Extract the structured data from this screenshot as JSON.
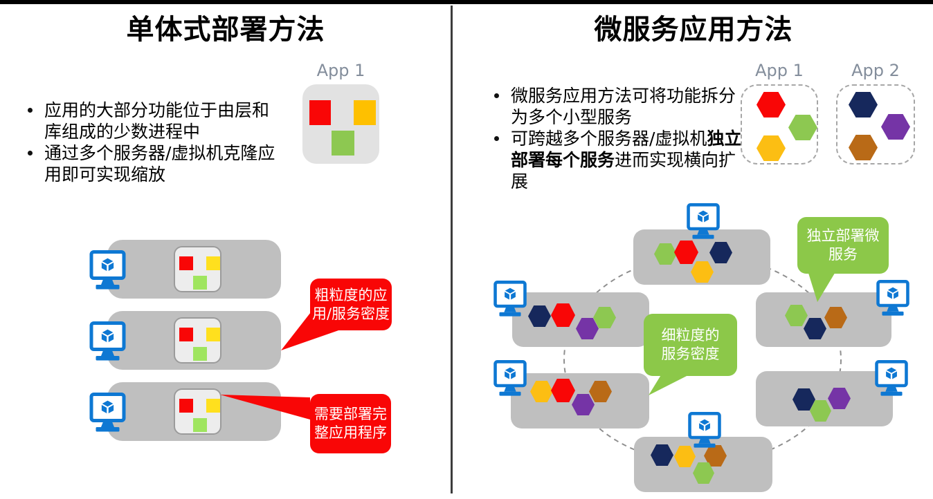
{
  "left_panel": {
    "title": "单体式部署方法",
    "bullets": [
      {
        "lines": [
          [
            [
              "应用的大部分功能位于由层和",
              false
            ]
          ],
          [
            [
              "库组成的少数进程中",
              false
            ]
          ]
        ]
      },
      {
        "lines": [
          [
            [
              "通过多个服务器/虚拟机克隆应",
              false
            ]
          ],
          [
            [
              "用即可实现缩放",
              false
            ]
          ]
        ]
      }
    ],
    "app": {
      "label": "App 1",
      "squares": [
        "#f90606",
        "#fec000",
        "#8dc851"
      ]
    },
    "servers": [
      {
        "squares": [
          "#f90606",
          "#ffe01e",
          "#9fe55f"
        ]
      },
      {
        "squares": [
          "#f90606",
          "#ffe01e",
          "#9fe55f"
        ]
      },
      {
        "squares": [
          "#f90606",
          "#ffe01e",
          "#9fe55f"
        ]
      }
    ],
    "callouts": [
      {
        "lines": [
          "粗粒度的应",
          "用/服务密度"
        ]
      },
      {
        "lines": [
          "需要部署完",
          "整应用程序"
        ]
      }
    ]
  },
  "right_panel": {
    "title": "微服务应用方法",
    "bullets": [
      {
        "lines": [
          [
            [
              "微服务应用方法可将功能拆分",
              false
            ]
          ],
          [
            [
              "为多个小型服务",
              false
            ]
          ]
        ]
      },
      {
        "lines": [
          [
            [
              "可跨越多个服务器/虚拟机",
              false
            ],
            [
              "独立",
              true
            ]
          ],
          [
            [
              "部署每个服务",
              true
            ],
            [
              "进而实现横向扩",
              false
            ]
          ],
          [
            [
              "展",
              false
            ]
          ]
        ]
      }
    ],
    "apps": [
      {
        "label": "App 1",
        "hexes": [
          "red",
          "green",
          "yellow"
        ]
      },
      {
        "label": "App 2",
        "hexes": [
          "navy",
          "purple",
          "brown"
        ]
      }
    ],
    "callouts": [
      {
        "lines": [
          "独立部署微",
          "服务"
        ]
      },
      {
        "lines": [
          "细粒度的",
          "服务密度"
        ]
      }
    ],
    "servers": [
      {
        "position": "top",
        "hexes": [
          "green",
          "red",
          "navy",
          "yellow"
        ]
      },
      {
        "position": "upper-left",
        "hexes": [
          "navy",
          "red",
          "purple",
          "green"
        ]
      },
      {
        "position": "lower-left",
        "hexes": [
          "yellow",
          "red",
          "purple",
          "brown"
        ]
      },
      {
        "position": "upper-right",
        "hexes": [
          "green",
          "navy",
          "brown"
        ]
      },
      {
        "position": "lower-right",
        "hexes": [
          "navy",
          "green",
          "purple"
        ]
      },
      {
        "position": "bottom",
        "hexes": [
          "navy",
          "yellow",
          "brown",
          "green"
        ]
      }
    ]
  },
  "palette": {
    "red": "#f90606",
    "green": "#8dc851",
    "navy": "#16285c",
    "yellow": "#fcbe13",
    "purple": "#7534a6",
    "brown": "#b96a17"
  },
  "colors": {
    "monitor_blue": "#0e78d3",
    "bubble_red": "#f90606",
    "bubble_green": "#8cc849",
    "top_bar": "#000000",
    "divider": "#3c3c3c",
    "server_gray": "#bfbfbf",
    "ellipse_dash": "#8f8f8f"
  }
}
